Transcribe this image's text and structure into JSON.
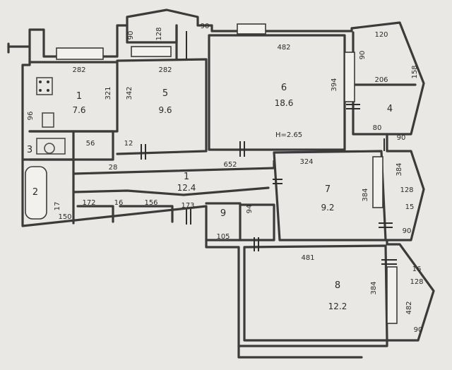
{
  "rooms": [
    {
      "id": "r1",
      "number": "1",
      "area": "7.6"
    },
    {
      "id": "r5",
      "number": "5",
      "area": "9.6"
    },
    {
      "id": "r6",
      "number": "6",
      "area": "18.6"
    },
    {
      "id": "r2",
      "number": "2",
      "area": ""
    },
    {
      "id": "r3",
      "number": "3",
      "area": ""
    },
    {
      "id": "r4",
      "number": "4",
      "area": ""
    },
    {
      "id": "r7",
      "number": "7",
      "area": "9.2"
    },
    {
      "id": "r8",
      "number": "8",
      "area": "12.2"
    },
    {
      "id": "hall",
      "number": "1",
      "area": "12.4"
    },
    {
      "id": "r9",
      "number": "9",
      "area": ""
    }
  ],
  "height_note": "H=2.65",
  "dimensions": {
    "d_282a": "282",
    "d_282b": "282",
    "d_482": "482",
    "d_342": "342",
    "d_321": "321",
    "d_394": "394",
    "d_120": "120",
    "d_206": "206",
    "d_90a": "90",
    "d_90b": "90",
    "d_80": "80",
    "d_324": "324",
    "d_384a": "384",
    "d_384b": "384",
    "d_128a": "128",
    "d_128b": "128",
    "d_15": "15",
    "d_16": "16",
    "d_90c": "90",
    "d_90d": "90",
    "d_481": "481",
    "d_482b": "482",
    "d_384c": "384",
    "d_652": "652",
    "d_28": "28",
    "d_12": "12",
    "d_17": "17",
    "d_150": "150",
    "d_156": "156",
    "d_172": "172",
    "d_173": "173",
    "d_105": "105",
    "d_16b": "16",
    "d_56": "56",
    "d_90e": "90",
    "d_128c": "128",
    "d_90f": "90",
    "d_158": "158",
    "d_94": "94",
    "d_96": "96"
  }
}
